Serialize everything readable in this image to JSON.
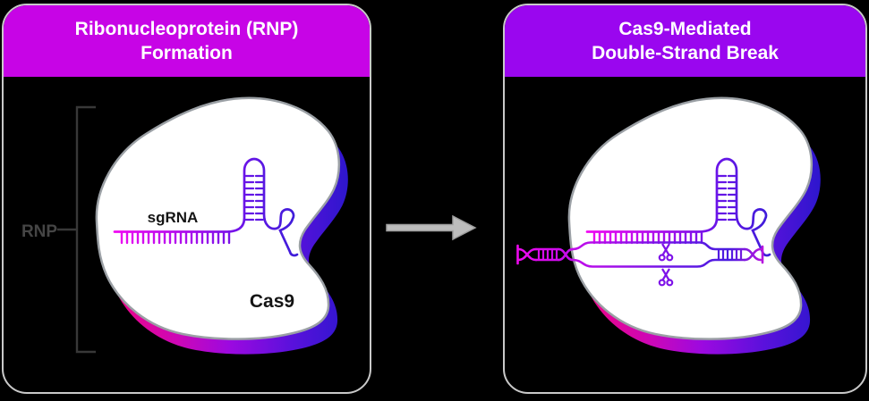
{
  "panels": {
    "left": {
      "title_line1": "Ribonucleoprotein (RNP)",
      "title_line2": "Formation",
      "header_color": "#C704E6",
      "bracket_label": "RNP",
      "sgrna_label": "sgRNA",
      "cas9_label": "Cas9"
    },
    "right": {
      "title_line1": "Cas9-Mediated",
      "title_line2": "Double-Strand Break",
      "header_color": "#9A06EF"
    }
  },
  "colors": {
    "background": "#000000",
    "panel_border": "#C9C9C9",
    "protein_fill": "#FFFFFF",
    "protein_stroke": "#9BA0A5",
    "shadow_gradient_start": "#F20480",
    "shadow_gradient_end": "#2917CC",
    "rna_gradient_start": "#F209F2",
    "rna_gradient_end": "#3A1ED8",
    "dna_gradient_start": "#EE09EE",
    "dna_gradient_end": "#C214DE",
    "scissors": "#7E12E8",
    "arrow": "#BDBDBD",
    "bracket": "#383838",
    "bracket_label_color": "#454545"
  },
  "icons": {
    "arrow": "arrow-right-icon",
    "scissors": "scissors-icon"
  }
}
